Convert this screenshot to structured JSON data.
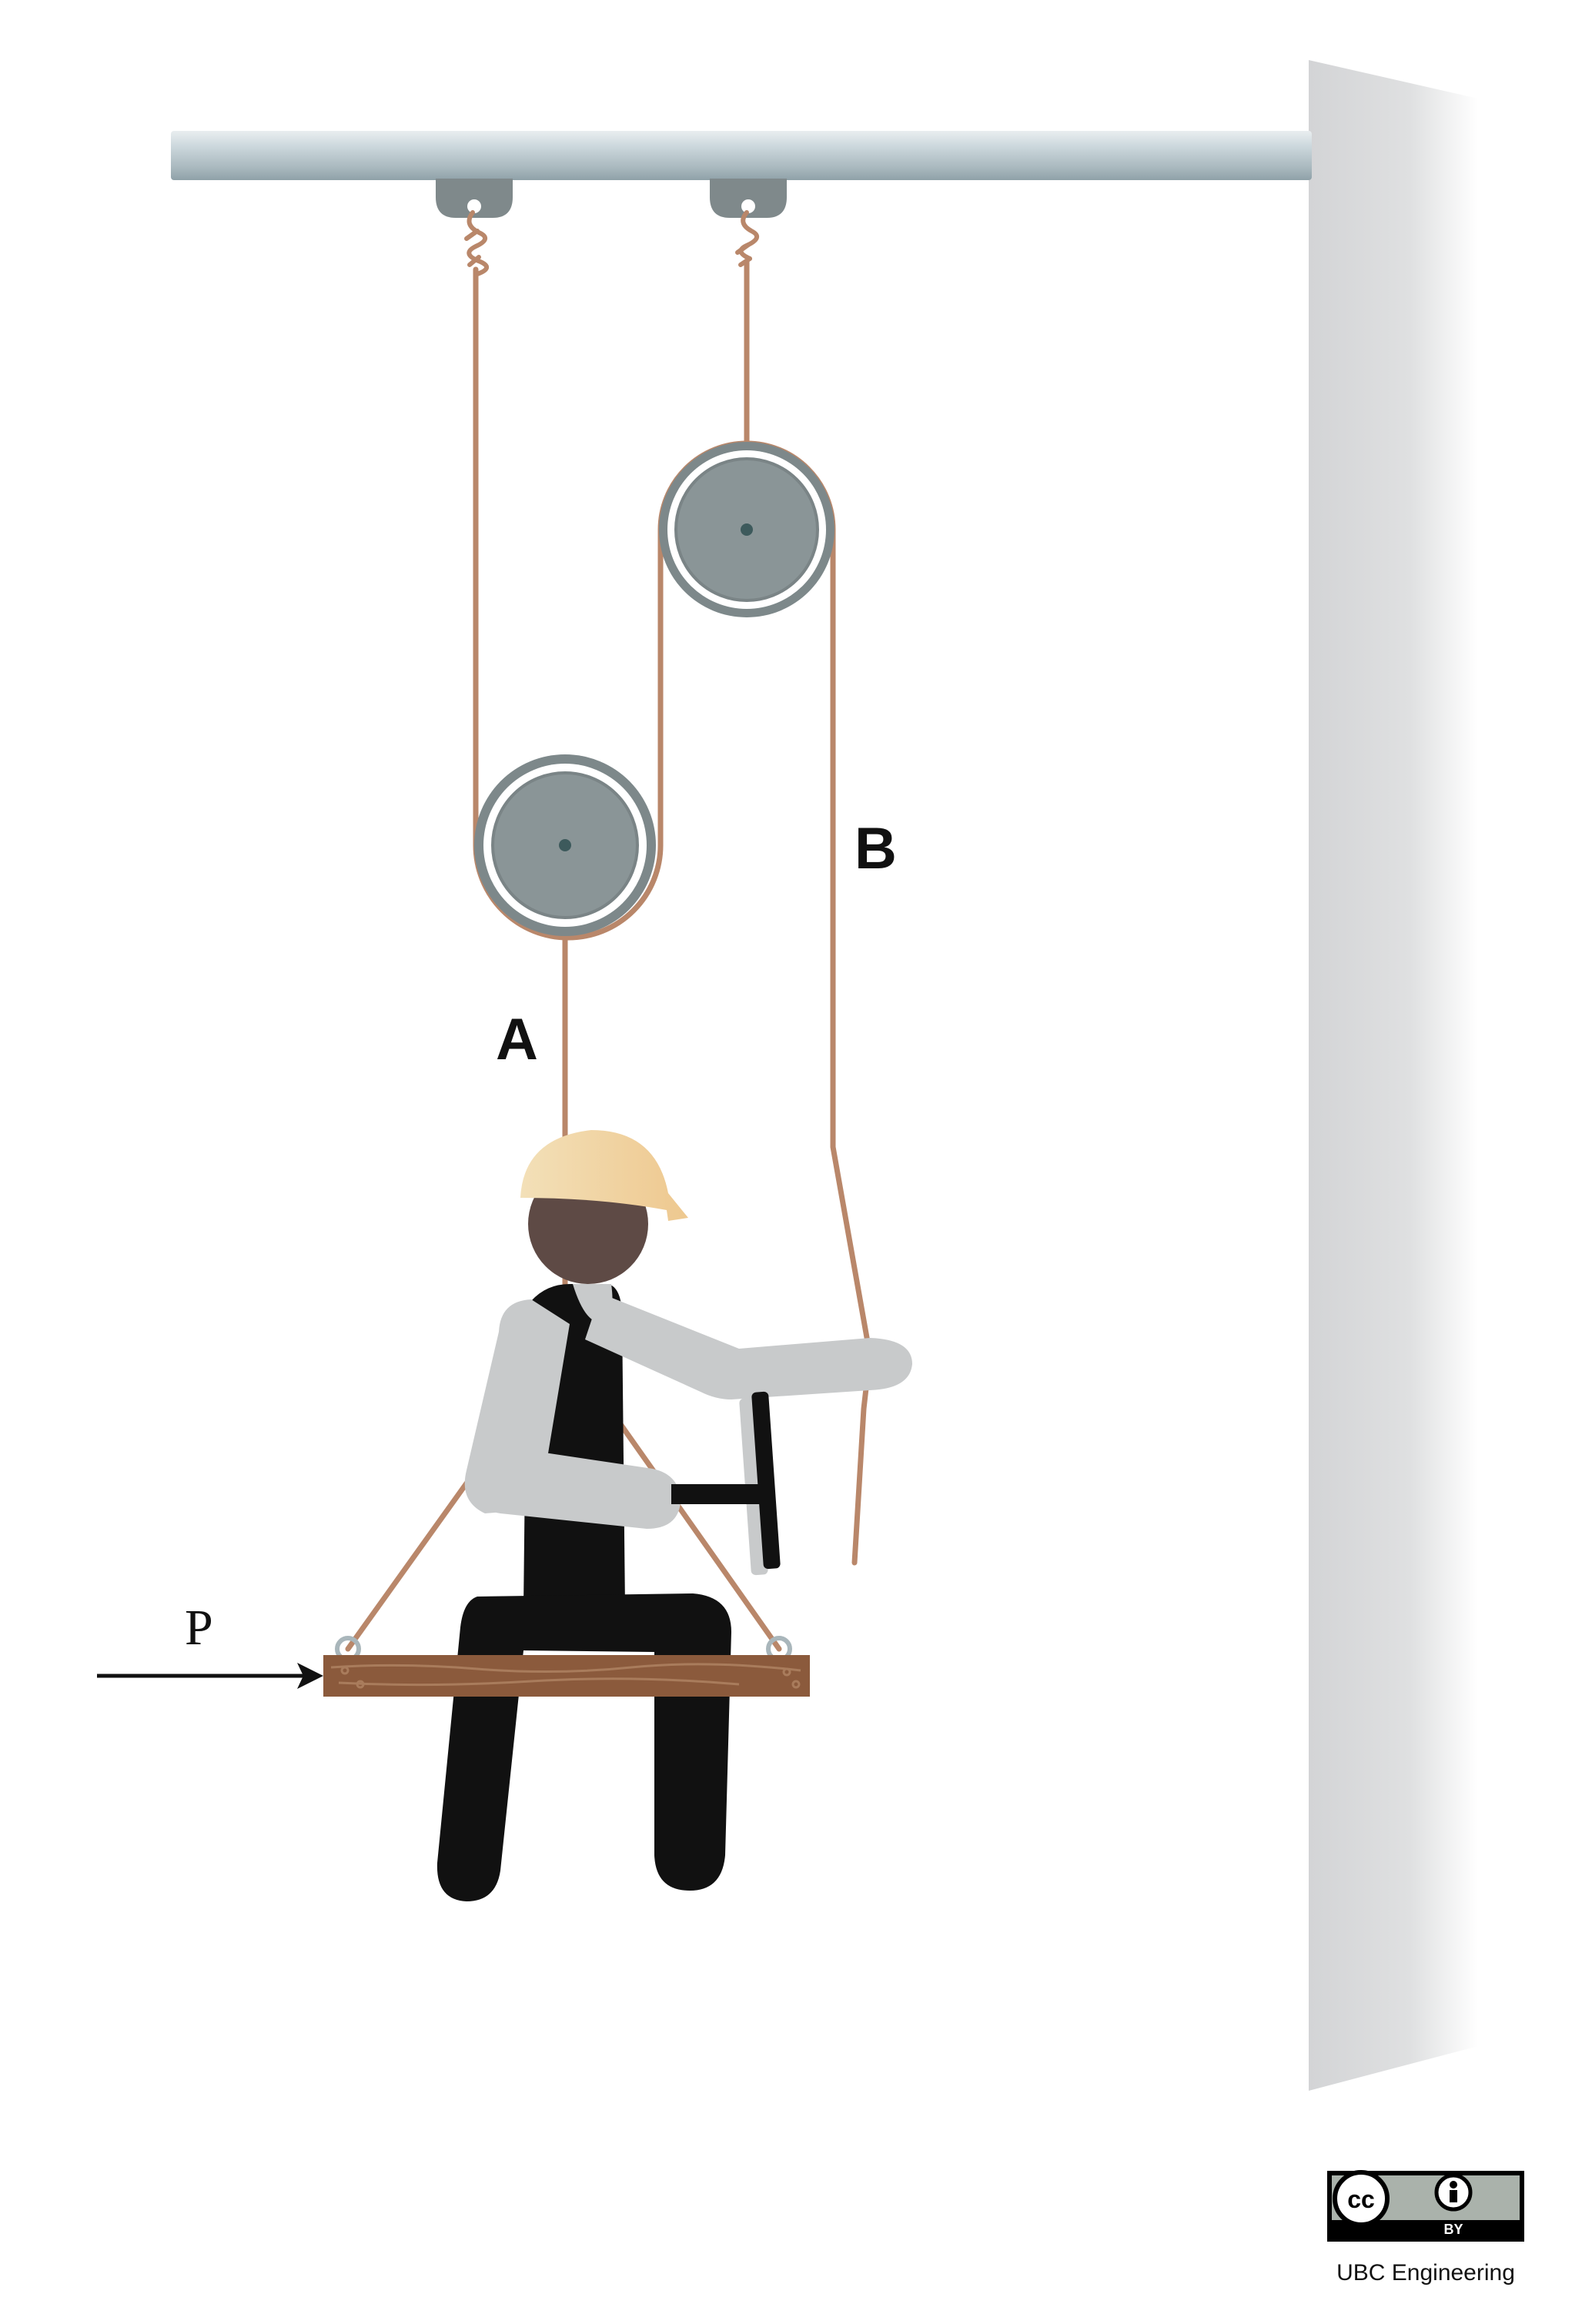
{
  "labels": {
    "rope_a": "A",
    "rope_b": "B",
    "force_p": "P"
  },
  "license": {
    "badge_left": "cc",
    "badge_right": "BY",
    "credit": "UBC Engineering"
  },
  "colors": {
    "rope": "#b9876a",
    "pulley": "#8a9597",
    "pulley_rim": "#7a8486",
    "rail": "#c3cfd4",
    "wall": "#d2d3d5",
    "helmet": "#f0cf9d",
    "skin": "#5e4a45",
    "shirt": "#c8cacb",
    "body": "#111111",
    "seat": "#8b5a3c"
  }
}
